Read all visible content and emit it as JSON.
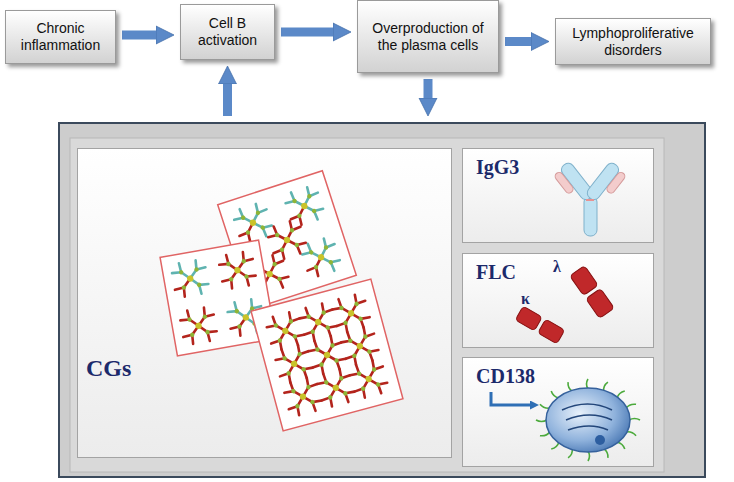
{
  "diagram": {
    "nodes": [
      {
        "text": [
          "Chronic inflammation"
        ]
      },
      {
        "text": [
          "Cell B activation"
        ]
      },
      {
        "text": [
          "Overproduction of the plasma cells"
        ]
      },
      {
        "text": [
          "Lymphoproliferative disorders"
        ]
      },
      {
        "text": []
      },
      {
        "text": [
          "CGs"
        ],
        "in": 4
      },
      {
        "text": [
          "IgG3"
        ],
        "in": 4
      },
      {
        "text": [
          "FLC",
          "λ",
          "κ"
        ],
        "in": 4
      },
      {
        "text": [
          "CD138"
        ],
        "in": 4
      }
    ],
    "edges": [
      {
        "from": 0,
        "to": 1,
        "arrow": "to"
      },
      {
        "from": 1,
        "to": 2,
        "arrow": "to"
      },
      {
        "from": 2,
        "to": 3,
        "arrow": "to"
      },
      {
        "from": 4,
        "to": 1,
        "arrow": "to"
      },
      {
        "from": 2,
        "to": 4,
        "arrow": "to"
      }
    ]
  }
}
